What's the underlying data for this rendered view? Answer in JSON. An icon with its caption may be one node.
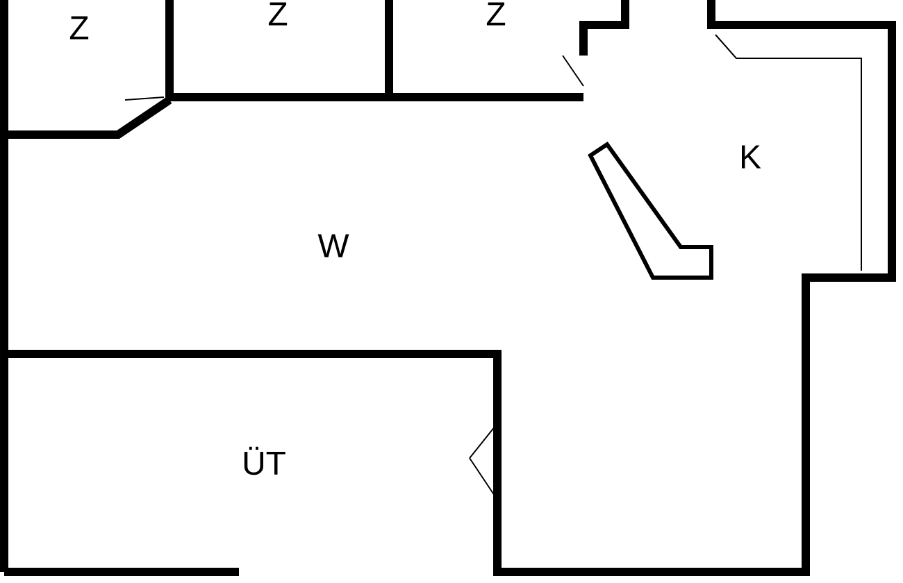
{
  "diagram": {
    "labels": [
      "Z",
      "Z",
      "Z",
      "K",
      "W",
      "ÜT"
    ]
  }
}
